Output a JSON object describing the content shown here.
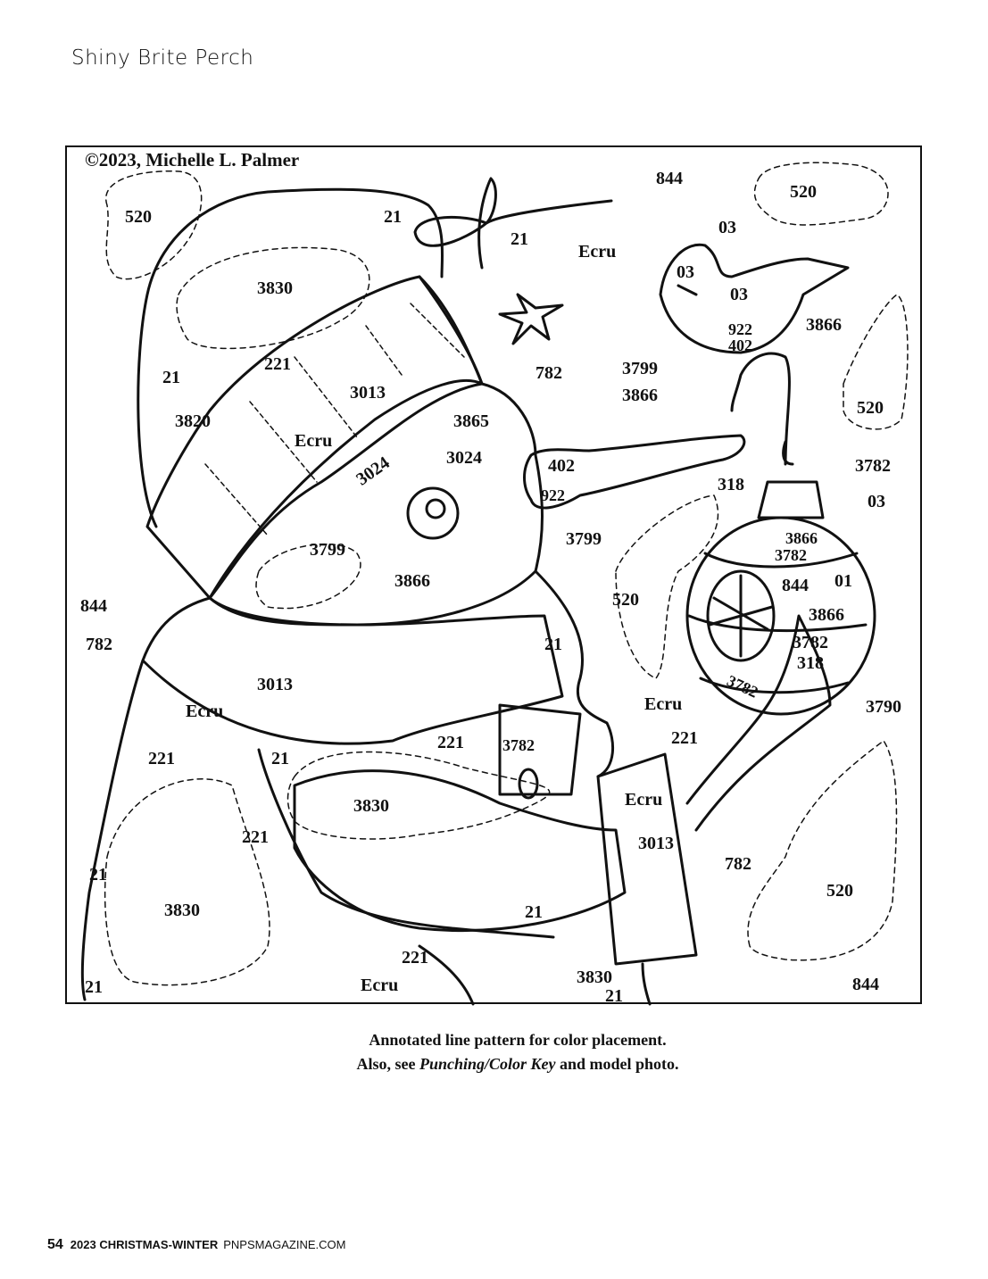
{
  "page_title": "Shiny Brite Perch",
  "copyright": "©2023, Michelle L. Palmer",
  "labels": [
    "520",
    "21",
    "21",
    "Ecru",
    "844",
    "520",
    "03",
    "03",
    "03",
    "3866",
    "922",
    "402",
    "3799",
    "3866",
    "3830",
    "21",
    "221",
    "3013",
    "782",
    "3820",
    "Ecru",
    "3865",
    "3024",
    "3024",
    "402",
    "922",
    "520",
    "3782",
    "318",
    "03",
    "3866",
    "3782",
    "3799",
    "3799",
    "3866",
    "844",
    "01",
    "844",
    "520",
    "3866",
    "782",
    "21",
    "3782",
    "318",
    "3013",
    "Ecru",
    "3782",
    "Ecru",
    "3790",
    "221",
    "221",
    "21",
    "221",
    "3782",
    "Ecru",
    "3830",
    "221",
    "3013",
    "782",
    "21",
    "520",
    "3830",
    "21",
    "221",
    "Ecru",
    "3830",
    "21",
    "21",
    "844"
  ],
  "caption": {
    "line1": "Annotated line pattern for color placement.",
    "line2_pre": "Also, see ",
    "line2_em": "Punching/Color Key",
    "line2_post": " and model photo."
  },
  "footer": {
    "page_number": "54",
    "issue": "2023 CHRISTMAS-WINTER",
    "site": "PNPSMAGAZINE.COM"
  }
}
